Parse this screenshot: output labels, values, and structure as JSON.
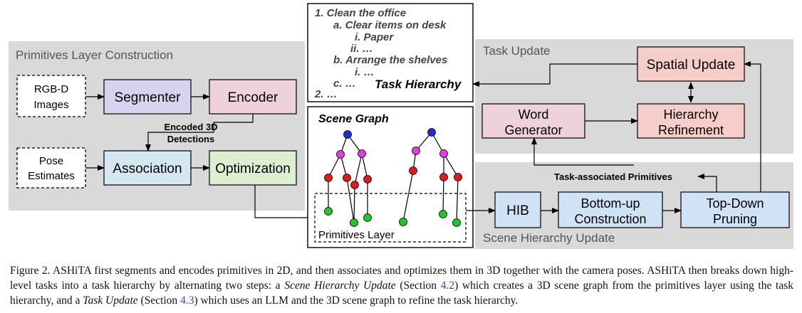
{
  "panels": {
    "primitives_layer": "Primitives Layer Construction",
    "task_update": "Task Update",
    "scene_hierarchy_update": "Scene Hierarchy Update"
  },
  "nodes": {
    "rgbd": [
      "RGB-D",
      "Images"
    ],
    "segmenter": "Segmenter",
    "encoder": "Encoder",
    "encoded_detections": [
      "Encoded 3D",
      "Detections"
    ],
    "pose": [
      "Pose",
      "Estimates"
    ],
    "association": "Association",
    "optimization": "Optimization",
    "spatial_update": "Spatial Update",
    "word_generator": [
      "Word",
      "Generator"
    ],
    "hierarchy_refinement": [
      "Hierarchy",
      "Refinement"
    ],
    "task_primitives": "Task-associated Primitives",
    "hib": "HIB",
    "bottom_up": [
      "Bottom-up",
      "Construction"
    ],
    "top_down": [
      "Top-Down",
      "Pruning"
    ]
  },
  "task_hierarchy": {
    "lines": [
      "1.  Clean the office",
      "a.  Clear items on desk",
      "i.  Paper",
      "ii.  …",
      "b.  Arrange the shelves",
      "i.  …",
      "c.  …",
      "2.  …"
    ],
    "label": "Task Hierarchy"
  },
  "scene_graph": {
    "title": "Scene Graph",
    "layer_label": "Primitives Layer"
  },
  "colors": {
    "panel_bg": "#d9d9d9",
    "rgb_root": "#1f2ad1",
    "magenta": "#e23be0",
    "red": "#e01a1a",
    "green": "#22c62a",
    "segmenter": "#d9d2ef",
    "encoder": "#efd1dc",
    "association": "#d4e7f2",
    "optimization": "#dcefd1",
    "spatial_update": "#f6cdc8",
    "word_generator": "#efd1dc",
    "blue_box": "#cfe2f6"
  },
  "caption": {
    "p1": "Figure 2.   ASHiTA first segments and encodes primitives in 2D, and then associates and optimizes them in 3D together with the camera poses. ASHiTA then breaks down high-level tasks into a task hierarchy by alternating two steps: a ",
    "i1": "Scene Hierarchy Update",
    "p2": " (Section ",
    "r1": "4.2",
    "p3": ") which creates a 3D scene graph from the primitives layer using the task hierarchy, and a ",
    "i2": "Task Update",
    "p4": " (Section ",
    "r2": "4.3",
    "p5": ") which uses an LLM and the 3D scene graph to refine the task hierarchy."
  }
}
